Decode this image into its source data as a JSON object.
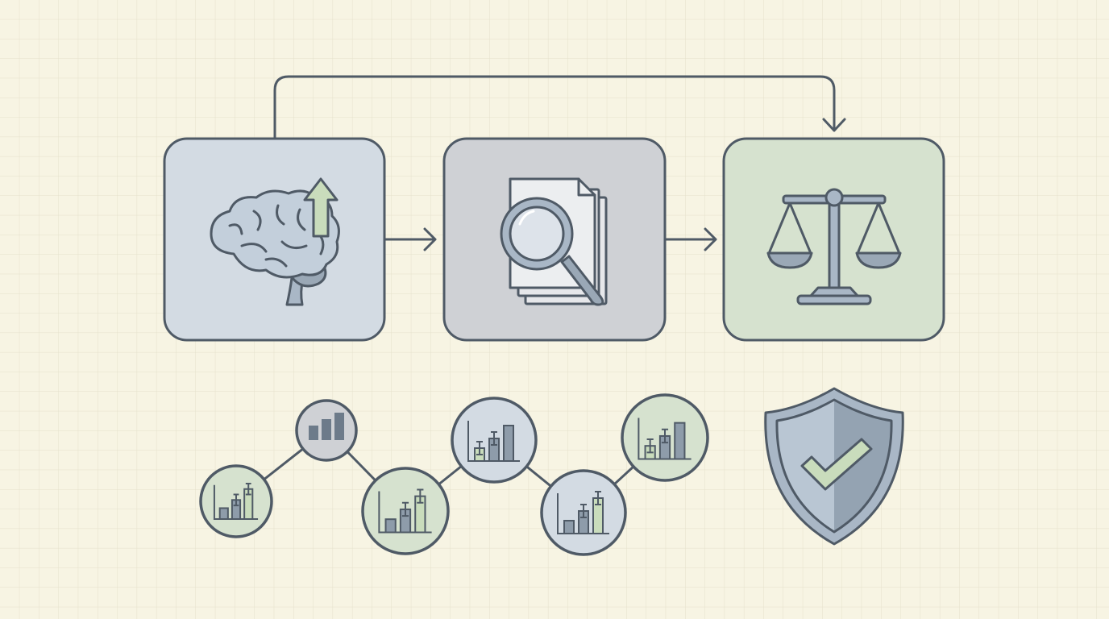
{
  "colors": {
    "background": "#f7f4e3",
    "grid": "#e4e1cb",
    "stroke": "#4f5a66",
    "blue_fill": "#d3dbe3",
    "gray_fill": "#cfd1d5",
    "green_fill": "#d6e2cf",
    "accent_green": "#c9dcbc",
    "icon_fill": "#a9b7c6"
  },
  "stages": [
    {
      "icon": "brain-growth-icon"
    },
    {
      "icon": "document-search-icon"
    },
    {
      "icon": "balance-scale-icon"
    }
  ],
  "nodes": [
    {
      "icon": "bar-chart-error-bars-icon",
      "tone": "green"
    },
    {
      "icon": "bar-chart-icon",
      "tone": "gray"
    },
    {
      "icon": "bar-chart-error-bars-icon",
      "tone": "green"
    },
    {
      "icon": "bar-chart-error-bars-icon",
      "tone": "blue"
    },
    {
      "icon": "bar-chart-error-bars-icon",
      "tone": "blue"
    },
    {
      "icon": "bar-chart-error-bars-icon",
      "tone": "green"
    }
  ],
  "badge": {
    "icon": "shield-check-icon"
  }
}
